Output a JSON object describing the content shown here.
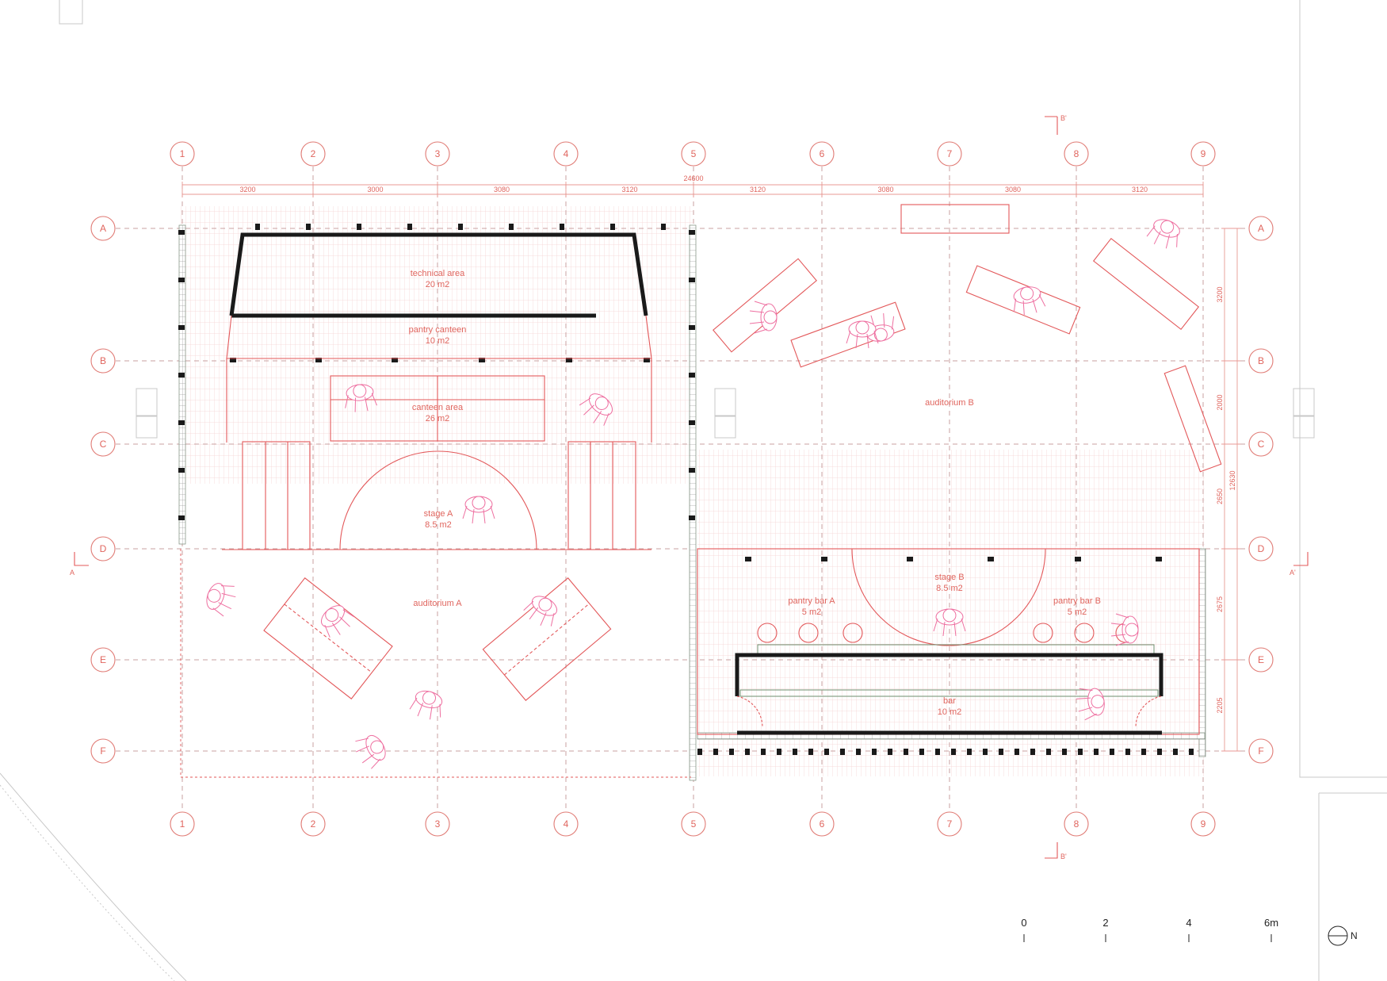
{
  "grid": {
    "columns": [
      "1",
      "2",
      "3",
      "4",
      "5",
      "6",
      "7",
      "8",
      "9"
    ],
    "rows": [
      "A",
      "B",
      "C",
      "D",
      "E",
      "F"
    ]
  },
  "dimensions": {
    "overall": "24600",
    "top_spans": [
      "3200",
      "3000",
      "3080",
      "3120",
      "3120",
      "3080",
      "3080",
      "3120"
    ],
    "right_spans": [
      "3200",
      "2000",
      "2650",
      "2675",
      "2205"
    ],
    "right_total": "12630"
  },
  "rooms": [
    {
      "name": "technical area",
      "area": "20 m2"
    },
    {
      "name": "pantry canteen",
      "area": "10 m2"
    },
    {
      "name": "canteen area",
      "area": "26 m2"
    },
    {
      "name": "stage A",
      "area": "8.5 m2"
    },
    {
      "name": "auditorium A",
      "area": ""
    },
    {
      "name": "auditorium B",
      "area": ""
    },
    {
      "name": "stage B",
      "area": "8.5 m2"
    },
    {
      "name": "pantry bar A",
      "area": "5 m2"
    },
    {
      "name": "pantry bar B",
      "area": "5 m2"
    },
    {
      "name": "bar",
      "area": "10 m2"
    }
  ],
  "section_marks": {
    "b_top": "B'",
    "b_bottom": "B'",
    "a_left": "A",
    "a_right": "A'"
  },
  "scale_bar": {
    "labels": [
      "0",
      "2",
      "4",
      "6m"
    ]
  },
  "north": {
    "label": "N"
  },
  "colors": {
    "plan_red": "#e3585a",
    "figure_pink": "#ee6fa0",
    "wall_black": "#1a1a1a",
    "grid_gray": "#c9a0a0"
  }
}
